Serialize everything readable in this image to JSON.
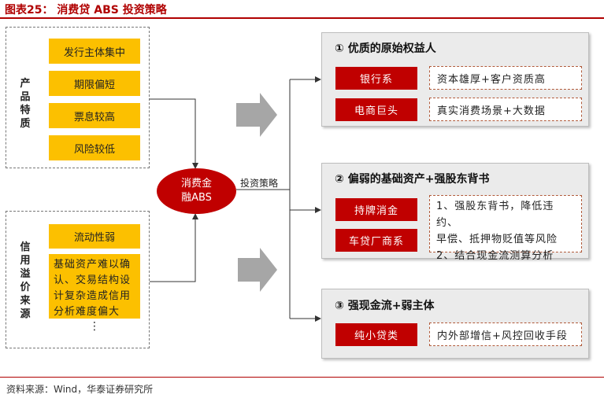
{
  "title": "图表25：  消费贷 ABS 投资策略",
  "left": {
    "group1": {
      "label": "产品特质",
      "items": [
        "发行主体集中",
        "期限偏短",
        "票息较高",
        "风险较低"
      ]
    },
    "group2": {
      "label": "信用溢价来源",
      "items": [
        "流动性弱",
        "基础资产难以确认、交易结构设计复杂造成信用分析难度偏大"
      ],
      "ellipsis": "⋮"
    }
  },
  "center": {
    "oval_label_line1": "消费金",
    "oval_label_line2": "融ABS",
    "strategy_label": "投资策略"
  },
  "panels": [
    {
      "title": "①  优质的原始权益人",
      "rows": [
        {
          "tag": "银行系",
          "desc": "资本雄厚+客户资质高"
        },
        {
          "tag": "电商巨头",
          "desc": "真实消费场景+大数据"
        }
      ]
    },
    {
      "title": "②  偏弱的基础资产+强股东背书",
      "rows": [
        {
          "tag": "持牌消金"
        },
        {
          "tag": "车贷厂商系"
        }
      ],
      "desc_line1": "1、强股东背书，降低违约、",
      "desc_line2": "早偿、抵押物贬值等风险",
      "desc_line3": "2、结合现金流测算分析"
    },
    {
      "title": "③  强现金流+弱主体",
      "rows": [
        {
          "tag": "纯小贷类",
          "desc": "内外部增信+风控回收手段"
        }
      ]
    }
  ],
  "source": "资料来源：Wind，华泰证券研究所",
  "colors": {
    "accent_red": "#c00000",
    "yellow": "#fcc000",
    "panel_gray": "#ebebeb",
    "arrow_gray": "#a6a6a6"
  }
}
